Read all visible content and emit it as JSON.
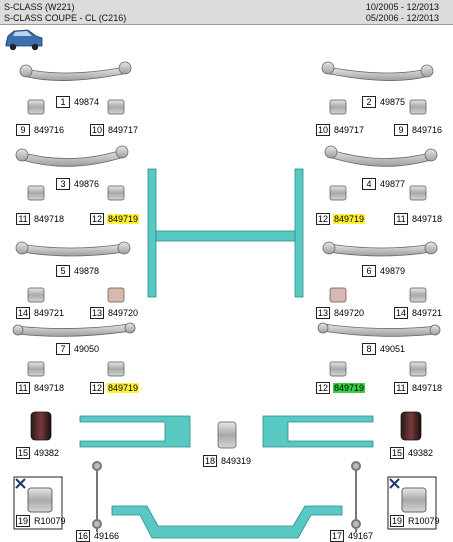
{
  "header": {
    "model_line1": "S-CLASS (W221)",
    "model_line2": "S-CLASS COUPE - CL (C216)",
    "date_line1": "10/2005 - 12/2013",
    "date_line2": "05/2006 - 12/2013"
  },
  "colors": {
    "frame": "#58c8c2",
    "highlight_yellow": "#fff236",
    "highlight_green": "#37d040",
    "bushing": "#b9b9b9",
    "arm": "#c9c9c9"
  },
  "icons": {
    "car": "car-icon",
    "tools": "wrench-screwdriver-icon"
  },
  "items": {
    "i1": {
      "num": "1",
      "part": "49874"
    },
    "i2": {
      "num": "2",
      "part": "49875"
    },
    "i3": {
      "num": "3",
      "part": "49876"
    },
    "i4": {
      "num": "4",
      "part": "49877"
    },
    "i5": {
      "num": "5",
      "part": "49878"
    },
    "i6": {
      "num": "6",
      "part": "49879"
    },
    "i7": {
      "num": "7",
      "part": "49050"
    },
    "i8": {
      "num": "8",
      "part": "49051"
    },
    "i9l": {
      "num": "9",
      "part": "849716"
    },
    "i9r": {
      "num": "9",
      "part": "849716"
    },
    "i10l": {
      "num": "10",
      "part": "849717"
    },
    "i10r": {
      "num": "10",
      "part": "849717"
    },
    "i11a": {
      "num": "11",
      "part": "849718"
    },
    "i11b": {
      "num": "11",
      "part": "849718"
    },
    "i11c": {
      "num": "11",
      "part": "849718"
    },
    "i11d": {
      "num": "11",
      "part": "849718"
    },
    "i12a": {
      "num": "12",
      "part": "849719"
    },
    "i12b": {
      "num": "12",
      "part": "849719"
    },
    "i12c": {
      "num": "12",
      "part": "849719"
    },
    "i12d": {
      "num": "12",
      "part": "849719"
    },
    "i13l": {
      "num": "13",
      "part": "849720"
    },
    "i13r": {
      "num": "13",
      "part": "849720"
    },
    "i14l": {
      "num": "14",
      "part": "849721"
    },
    "i14r": {
      "num": "14",
      "part": "849721"
    },
    "i15l": {
      "num": "15",
      "part": "49382"
    },
    "i15r": {
      "num": "15",
      "part": "49382"
    },
    "i18": {
      "num": "18",
      "part": "849319"
    },
    "i19l": {
      "num": "19",
      "part": "R10079"
    },
    "i19r": {
      "num": "19",
      "part": "R10079"
    },
    "i16": {
      "num": "16",
      "part": "49166"
    },
    "i17": {
      "num": "17",
      "part": "49167"
    }
  }
}
